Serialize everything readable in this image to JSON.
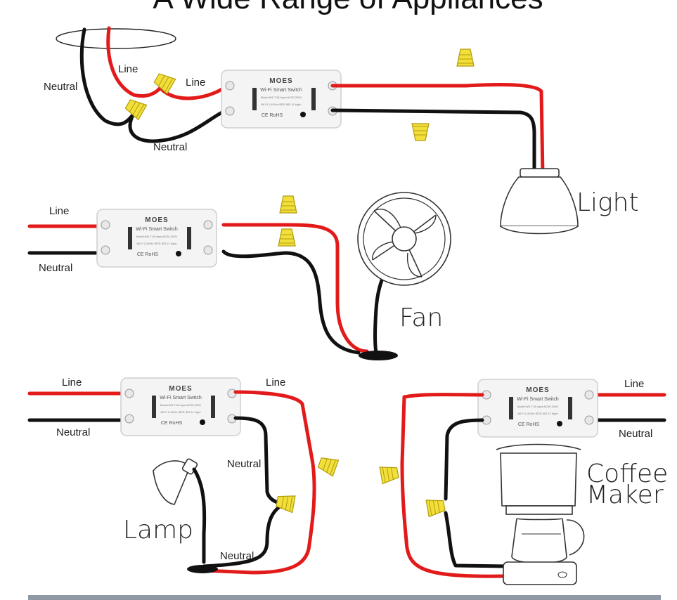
{
  "title": "A Wide Range of Appliances",
  "colors": {
    "line_wire": "#e21a1a",
    "neutral_wire": "#111111",
    "wire_nut": "#f2df3a",
    "device_body": "#f4f4f4"
  },
  "switch": {
    "brand": "MOES",
    "model": "Wi-Fi Smart Switch",
    "spec1": "Model:WS-T18  Input:AC90-250V",
    "spec2": "Wi-Fi 2.4GHz  IEEE 802.11 b/g/n",
    "cert": "CE RoHS"
  },
  "diagrams": {
    "light": {
      "line_in": "Line",
      "line_out": "Line",
      "neutral_in": "Neutral",
      "neutral_out": "Neutral",
      "appliance": "Light"
    },
    "fan": {
      "line": "Line",
      "neutral": "Neutral",
      "appliance": "Fan"
    },
    "lamp": {
      "line_in": "Line",
      "neutral_in": "Neutral",
      "line_out": "Line",
      "neutral_out1": "Neutral",
      "neutral_out2": "Neutral",
      "appliance": "Lamp"
    },
    "coffee": {
      "line_in": "Line",
      "neutral_in": "Neutral",
      "appliance_line1": "Coffee",
      "appliance_line2": "Maker"
    }
  }
}
